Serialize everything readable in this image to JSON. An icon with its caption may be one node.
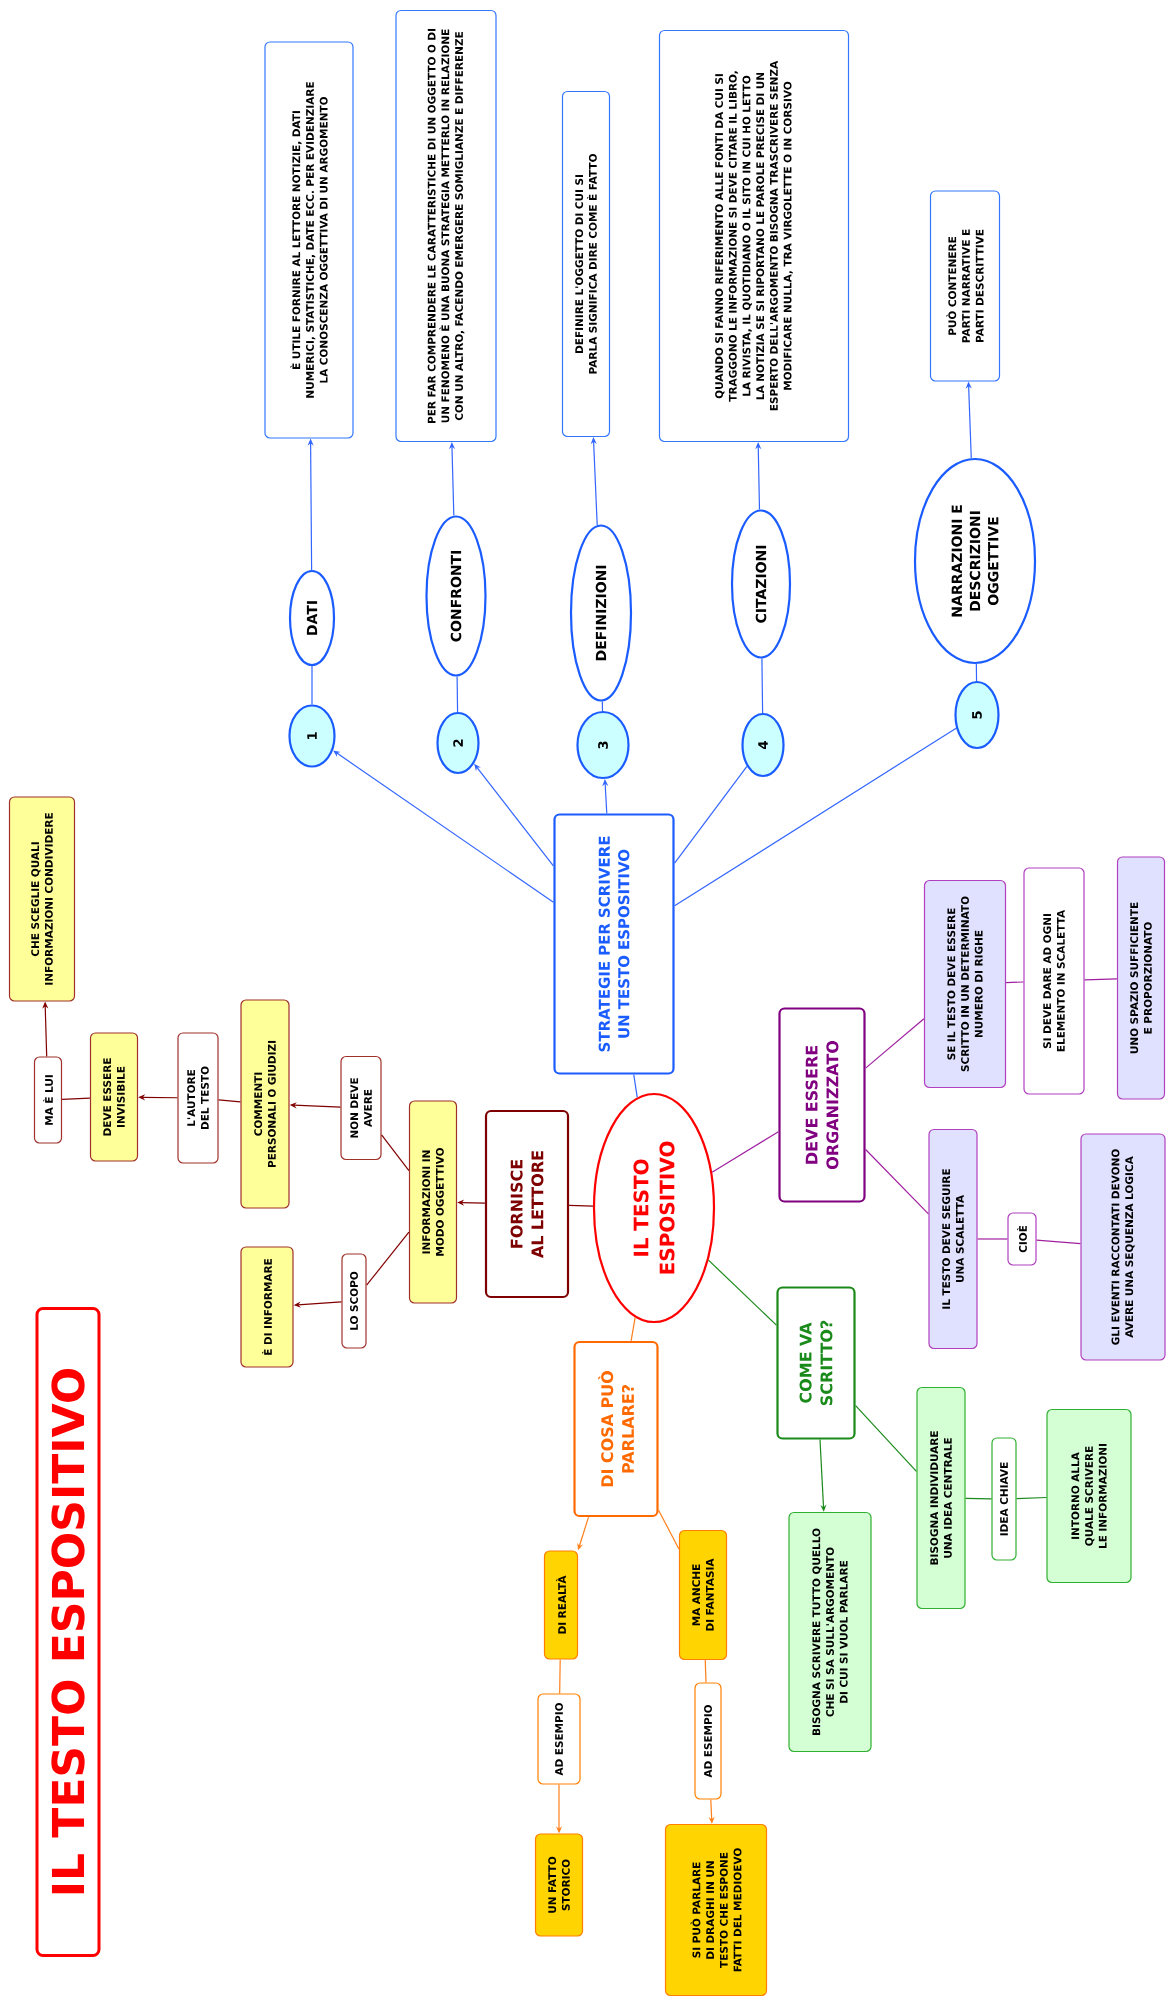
{
  "diagram": {
    "title": "IL TESTO ESPOSITIVO",
    "nodes": [
      {
        "text": [
          "IL TESTO ESPOSITIVO"
        ]
      },
      {
        "text": [
          "STRATEGIE PER SCRIVERE UN TESTO ESPOSITIVO"
        ]
      },
      {
        "text": [
          "1"
        ]
      },
      {
        "text": [
          "2"
        ]
      },
      {
        "text": [
          "3"
        ]
      },
      {
        "text": [
          "4"
        ]
      },
      {
        "text": [
          "5"
        ]
      },
      {
        "text": [
          "DATI"
        ]
      },
      {
        "text": [
          "CONFRONTI"
        ]
      },
      {
        "text": [
          "DEFINIZIONI"
        ]
      },
      {
        "text": [
          "CITAZIONI"
        ]
      },
      {
        "text": [
          "NARRAZIONI E DESCRIZIONI OGGETTIVE"
        ]
      },
      {
        "text": [
          "È UTILE FORNIRE AL LETTORE NOTIZIE, DATI NUMERICI, STATISTICHE, DATE ECC. PER EVIDENZIARE LA CONOSCENZA OGGETTIVA DI UN ARGOMENTO"
        ]
      },
      {
        "text": [
          "PER FAR COMPRENDERE LE CARATTERISTICHE DI UN OGGETTO O DI UN FENOMENO È UNA BUONA STRATEGIA METTERLO IN RELAZIONE CON UN ALTRO, FACENDO EMERGERE SOMIGLIANZE E DIFFERENZE"
        ]
      },
      {
        "text": [
          "DEFINIRE L'OGGETTO DI CUI SI PARLA SIGNIFICA DIRE COME È FATTO"
        ]
      },
      {
        "text": [
          "QUANDO SI FANNO RIFERIMENTO ALLE FONTI DA CUI SI TRAGGONO LE INFORMAZIONE SI DEVE CITARE IL LIBRO, LA RIVISTA, IL QUOTIDIANO O IL SITO IN CUI HO LETTO LA NOTIZIA SE SI RIPORTANO LE PAROLE PRECISE DI UN ESPERTO DELL'ARGOMENTO BISOGNA TRASCRIVERE SENZA MODIFICARE NULLA, TRA VIRGOLETTE O IN CORSIVO"
        ]
      },
      {
        "text": [
          "PUÒ CONTENERE PARTI NARRATIVE E PARTI DESCRITTIVE"
        ]
      },
      {
        "text": [
          "FORNISCE AL LETTORE"
        ]
      },
      {
        "text": [
          "INFORMAZIONI IN MODO OGGETTIVO"
        ]
      },
      {
        "text": [
          "NON DEVE AVERE"
        ]
      },
      {
        "text": [
          "COMMENTI PERSONALI O GIUDIZI"
        ]
      },
      {
        "text": [
          "L'AUTORE DEL TESTO"
        ]
      },
      {
        "text": [
          "DEVE ESSERE INVISIBILE"
        ]
      },
      {
        "text": [
          "MA È LUI"
        ]
      },
      {
        "text": [
          "CHE SCEGLIE QUALI INFORMAZIONI CONDIVIDERE"
        ]
      },
      {
        "text": [
          "LO SCOPO"
        ]
      },
      {
        "text": [
          "È DI INFORMARE"
        ]
      },
      {
        "text": [
          "DEVE ESSERE ORGANIZZATO"
        ]
      },
      {
        "text": [
          "SE IL TESTO DEVE ESSERE SCRITTO IN UN DETERMINATO NUMERO DI RIGHE"
        ]
      },
      {
        "text": [
          "SI DEVE DARE AD OGNI ELEMENTO IN SCALETTA"
        ]
      },
      {
        "text": [
          "UNO SPAZIO SUFFICIENTE E PROPORZIONATO"
        ]
      },
      {
        "text": [
          "IL TESTO DEVE SEGUIRE UNA SCALETTA"
        ]
      },
      {
        "text": [
          "CIOÈ"
        ]
      },
      {
        "text": [
          "GLI EVENTI RACCONTATI DEVONO AVERE UNA SEQUENZA LOGICA"
        ]
      },
      {
        "text": [
          "COME VA SCRITTO?"
        ]
      },
      {
        "text": [
          "BISOGNA SCRIVERE TUTTO QUELLO CHE SI SA SULL'ARGOMENTO DI CUI SI VUOL PARLARE"
        ]
      },
      {
        "text": [
          "BISOGNA INDIVIDUARE UNA IDEA CENTRALE"
        ]
      },
      {
        "text": [
          "IDEA CHIAVE"
        ]
      },
      {
        "text": [
          "INTORNO ALLA QUALE SCRIVERE LE INFORMAZIONI"
        ]
      },
      {
        "text": [
          "DI COSA PUÒ PARLARE?"
        ]
      },
      {
        "text": [
          "DI REALTÀ"
        ]
      },
      {
        "text": [
          "AD ESEMPIO"
        ]
      },
      {
        "text": [
          "UN FATTO STORICO"
        ]
      },
      {
        "text": [
          "MA ANCHE DI FANTASIA"
        ]
      },
      {
        "text": [
          "AD ESEMPIO"
        ]
      },
      {
        "text": [
          "SI PUÒ PARLARE DI DRAGHI IN UN TESTO CHE ESPONE FATTI DEL MEDIOEVO"
        ]
      }
    ],
    "edges": [
      {
        "from": 0,
        "to": 1,
        "arrow": "none"
      },
      {
        "from": 1,
        "to": 2,
        "arrow": "to"
      },
      {
        "from": 1,
        "to": 3,
        "arrow": "to"
      },
      {
        "from": 1,
        "to": 4,
        "arrow": "to"
      },
      {
        "from": 1,
        "to": 5,
        "arrow": "none"
      },
      {
        "from": 1,
        "to": 6,
        "arrow": "none"
      },
      {
        "from": 2,
        "to": 7,
        "arrow": "none"
      },
      {
        "from": 3,
        "to": 8,
        "arrow": "none"
      },
      {
        "from": 4,
        "to": 9,
        "arrow": "none"
      },
      {
        "from": 5,
        "to": 10,
        "arrow": "none"
      },
      {
        "from": 6,
        "to": 11,
        "arrow": "none"
      },
      {
        "from": 7,
        "to": 12,
        "arrow": "to"
      },
      {
        "from": 8,
        "to": 13,
        "arrow": "to"
      },
      {
        "from": 9,
        "to": 14,
        "arrow": "to"
      },
      {
        "from": 10,
        "to": 15,
        "arrow": "to"
      },
      {
        "from": 11,
        "to": 16,
        "arrow": "to"
      },
      {
        "from": 0,
        "to": 17,
        "arrow": "none",
        "color": "#800000"
      },
      {
        "from": 17,
        "to": 18,
        "arrow": "to",
        "color": "#800000"
      },
      {
        "from": 18,
        "to": 19,
        "arrow": "none",
        "color": "#800000"
      },
      {
        "from": 19,
        "to": 20,
        "arrow": "to",
        "color": "#800000"
      },
      {
        "from": 20,
        "to": 21,
        "arrow": "none",
        "color": "#800000"
      },
      {
        "from": 21,
        "to": 22,
        "arrow": "to",
        "color": "#800000"
      },
      {
        "from": 22,
        "to": 23,
        "arrow": "none",
        "color": "#800000"
      },
      {
        "from": 23,
        "to": 24,
        "arrow": "to",
        "color": "#800000"
      },
      {
        "from": 18,
        "to": 25,
        "arrow": "none",
        "color": "#800000"
      },
      {
        "from": 25,
        "to": 26,
        "arrow": "to",
        "color": "#800000"
      },
      {
        "from": 0,
        "to": 27,
        "arrow": "none",
        "color": "#a020a0"
      },
      {
        "from": 27,
        "to": 28,
        "arrow": "none",
        "color": "#a020a0"
      },
      {
        "from": 28,
        "to": 29,
        "arrow": "none",
        "color": "#a020a0"
      },
      {
        "from": 29,
        "to": 30,
        "arrow": "none",
        "color": "#a020a0"
      },
      {
        "from": 27,
        "to": 31,
        "arrow": "none",
        "color": "#a020a0"
      },
      {
        "from": 31,
        "to": 32,
        "arrow": "none",
        "color": "#a020a0"
      },
      {
        "from": 32,
        "to": 33,
        "arrow": "none",
        "color": "#a020a0"
      },
      {
        "from": 0,
        "to": 34,
        "arrow": "none",
        "color": "#1a8a1a"
      },
      {
        "from": 34,
        "to": 35,
        "arrow": "to",
        "color": "#1a8a1a"
      },
      {
        "from": 34,
        "to": 36,
        "arrow": "none",
        "color": "#1a8a1a"
      },
      {
        "from": 36,
        "to": 37,
        "arrow": "none",
        "color": "#1a8a1a"
      },
      {
        "from": 37,
        "to": 38,
        "arrow": "none",
        "color": "#1a8a1a"
      },
      {
        "from": 0,
        "to": 39,
        "arrow": "none",
        "color": "#ff7f1a"
      },
      {
        "from": 39,
        "to": 40,
        "arrow": "to",
        "color": "#ff7f1a"
      },
      {
        "from": 39,
        "to": 43,
        "arrow": "none",
        "color": "#ff7f1a"
      },
      {
        "from": 40,
        "to": 41,
        "arrow": "none",
        "color": "#ff7f1a"
      },
      {
        "from": 41,
        "to": 42,
        "arrow": "to",
        "color": "#ff7f1a"
      },
      {
        "from": 43,
        "to": 44,
        "arrow": "none",
        "color": "#ff7f1a"
      },
      {
        "from": 44,
        "to": 45,
        "arrow": "to",
        "color": "#ff7f1a"
      }
    ]
  }
}
